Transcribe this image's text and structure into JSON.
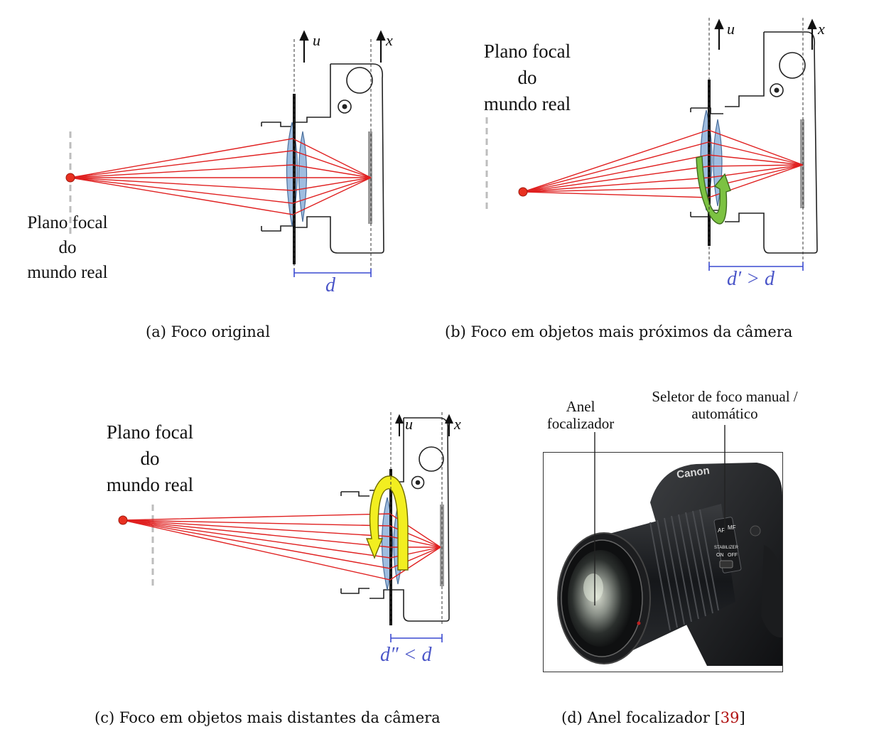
{
  "panels": {
    "a": {
      "plane_label": [
        "Plano focal",
        "do",
        "mundo real"
      ],
      "axis_u": "u",
      "axis_x": "x",
      "dim_label": "d",
      "caption": "(a) Foco original"
    },
    "b": {
      "plane_label": [
        "Plano focal",
        "do",
        "mundo real"
      ],
      "axis_u": "u",
      "axis_x": "x",
      "dim_label": "d′ > d",
      "caption": "(b) Foco em objetos mais próximos da câmera"
    },
    "c": {
      "plane_label": [
        "Plano focal",
        "do",
        "mundo real"
      ],
      "axis_u": "u",
      "axis_x": "x",
      "dim_label": "d″ < d",
      "caption": "(c) Foco em objetos mais distantes da câmera"
    },
    "d": {
      "label_ring": [
        "Anel",
        "focalizador"
      ],
      "label_selector": [
        "Seletor de foco manual /",
        "automático"
      ],
      "caption_text": "(d) Anel focalizador ",
      "caption_ref_open": "[",
      "caption_ref": "39",
      "caption_ref_close": "]",
      "brand": "Canon",
      "switch_af": "AF",
      "switch_mf": "MF",
      "stabilizer": "STABILIZER",
      "stab_on": "ON",
      "stab_off": "OFF"
    }
  },
  "colors": {
    "ray": "#e02020",
    "lens": "#9fbde0",
    "dimension": "#3a4ad0",
    "arrow_b": "#7cc242",
    "arrow_c": "#f2ee20",
    "point": "#e83020"
  }
}
